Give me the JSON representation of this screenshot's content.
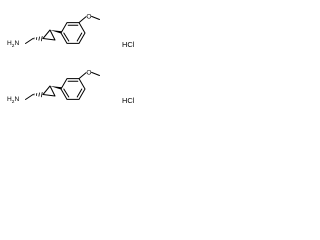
{
  "structures": [
    {
      "amine": {
        "prefix": "H",
        "sub": "2",
        "suffix": "N"
      },
      "oxygen": "O",
      "salt": "HCl"
    },
    {
      "amine": {
        "prefix": "H",
        "sub": "2",
        "suffix": "N"
      },
      "oxygen": "O",
      "salt": "HCl"
    }
  ]
}
